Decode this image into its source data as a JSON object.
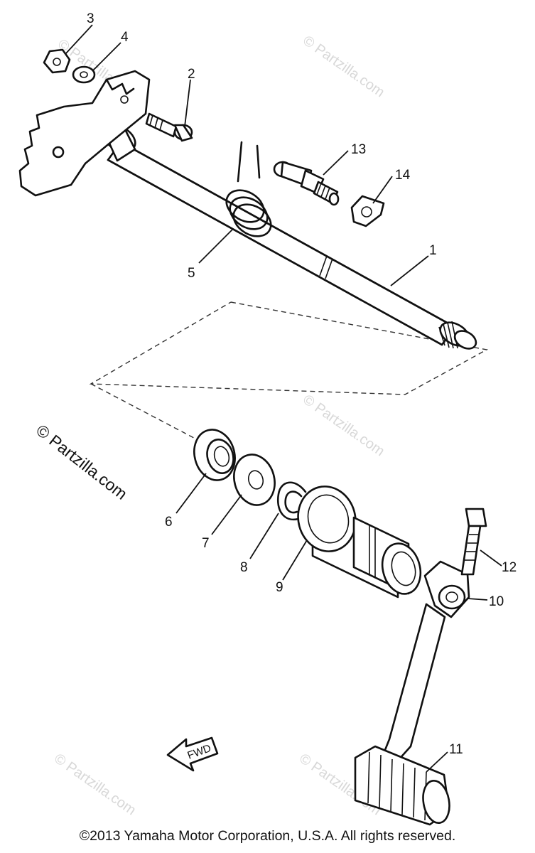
{
  "watermark": {
    "main": "© Partzilla.com",
    "faint": "© Partzilla.com"
  },
  "fwd_label": "FWD",
  "callouts": {
    "c1": "1",
    "c2": "2",
    "c3": "3",
    "c4": "4",
    "c5": "5",
    "c6": "6",
    "c7": "7",
    "c8": "8",
    "c9": "9",
    "c10": "10",
    "c11": "11",
    "c12": "12",
    "c13": "13",
    "c14": "14"
  },
  "copyright": "©2013 Yamaha Motor Corporation, U.S.A. All rights reserved."
}
